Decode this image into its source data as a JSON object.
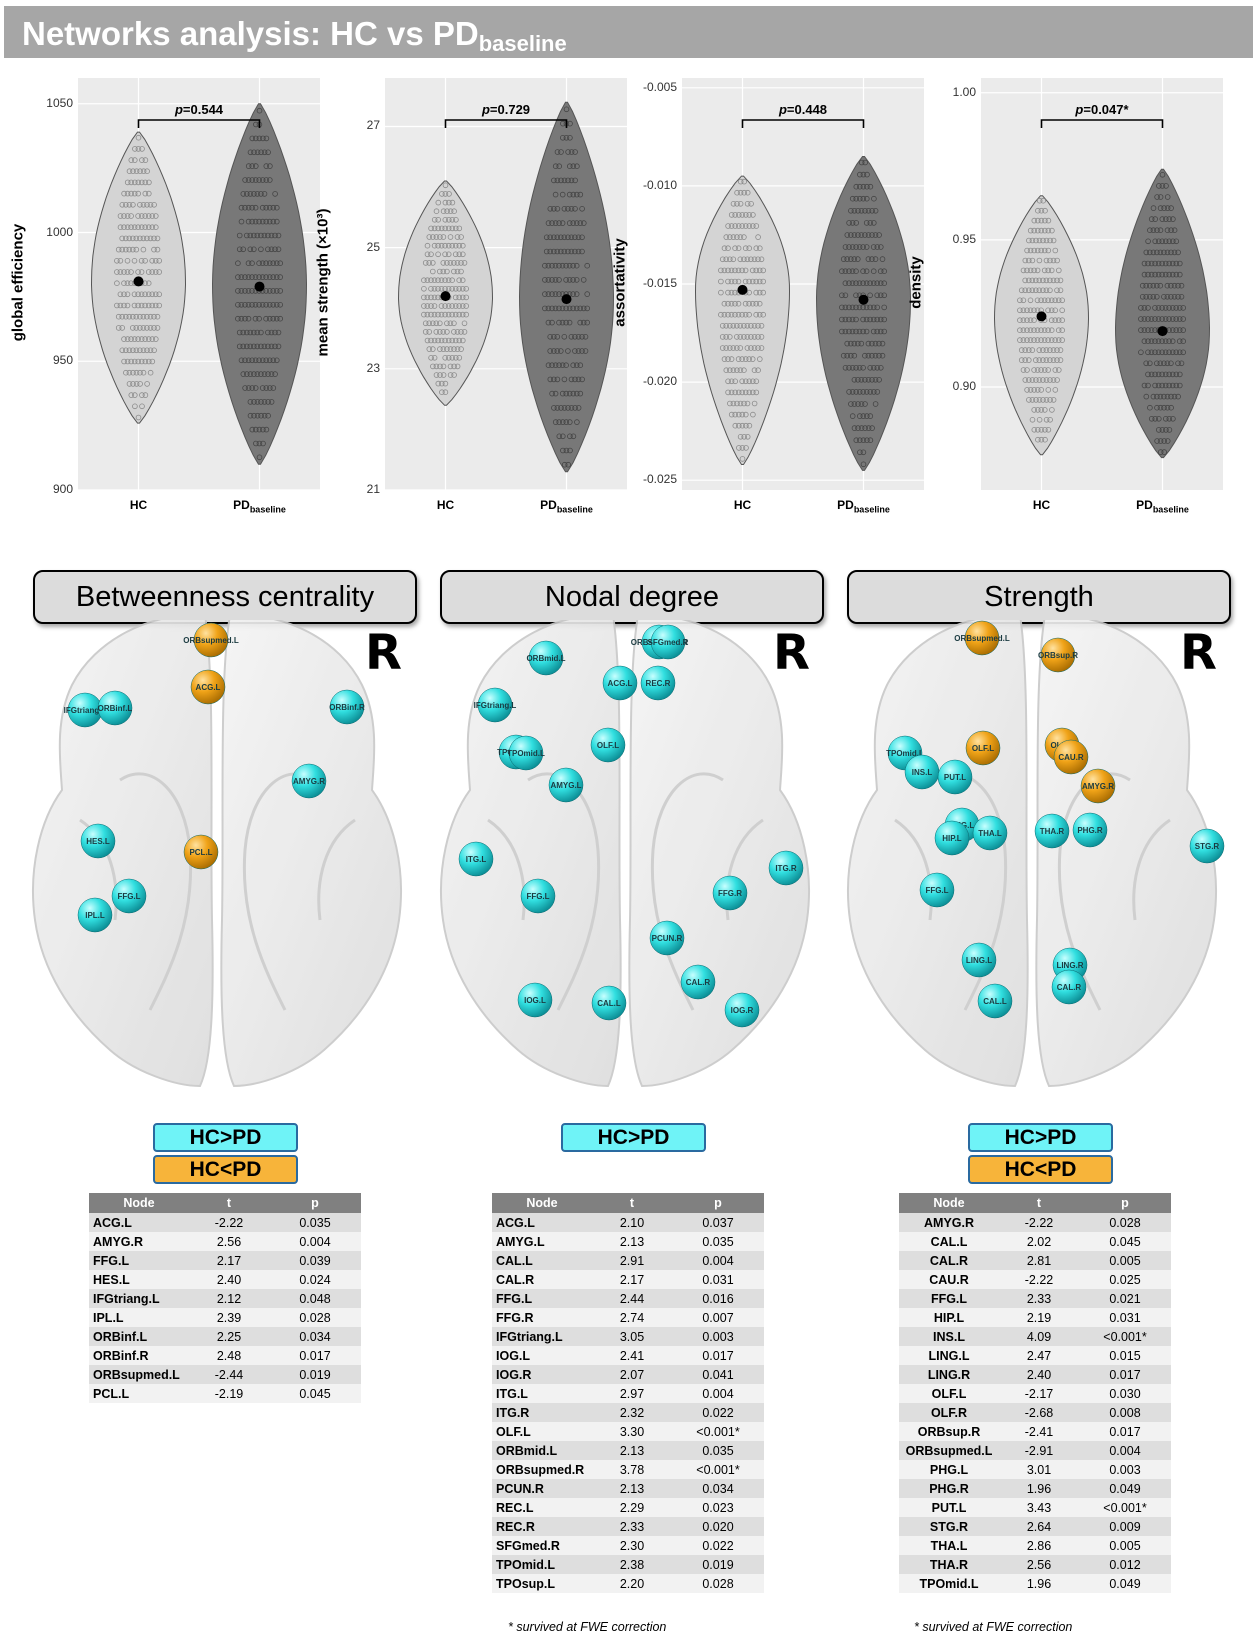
{
  "title": {
    "main": "Networks analysis: HC vs PD",
    "sub": "baseline"
  },
  "x_categories": [
    {
      "main": "HC",
      "sub": ""
    },
    {
      "main": "PD",
      "sub": "baseline"
    }
  ],
  "chart_data": [
    {
      "type": "violin",
      "ylabel": "global efficiency",
      "ylim": [
        900,
        1060
      ],
      "yticks": [
        "900",
        "950",
        "1000",
        "1050"
      ],
      "pvalue": "p=0.544",
      "series": [
        {
          "name": "HC",
          "mean": 981,
          "min": 926,
          "max": 1039
        },
        {
          "name": "PD",
          "mean": 979,
          "min": 910,
          "max": 1050
        }
      ]
    },
    {
      "type": "violin",
      "ylabel": "mean strength (×10³)",
      "ylim": [
        21,
        27.8
      ],
      "yticks": [
        "21",
        "23",
        "25",
        "27"
      ],
      "pvalue": "p=0.729",
      "series": [
        {
          "name": "HC",
          "mean": 24.2,
          "min": 22.4,
          "max": 26.1
        },
        {
          "name": "PD",
          "mean": 24.15,
          "min": 21.3,
          "max": 27.4
        }
      ]
    },
    {
      "type": "violin",
      "ylabel": "assortativity",
      "ylim": [
        -0.0255,
        -0.0045
      ],
      "yticks": [
        "-0.025",
        "-0.020",
        "-0.015",
        "-0.010",
        "-0.005"
      ],
      "pvalue": "p=0.448",
      "series": [
        {
          "name": "HC",
          "mean": -0.0153,
          "min": -0.0242,
          "max": -0.0095
        },
        {
          "name": "PD",
          "mean": -0.0158,
          "min": -0.0245,
          "max": -0.0085
        }
      ]
    },
    {
      "type": "violin",
      "ylabel": "density",
      "ylim": [
        0.865,
        1.005
      ],
      "yticks": [
        "0.90",
        "0.95",
        "1.00"
      ],
      "pvalue": "p=0.047*",
      "series": [
        {
          "name": "HC",
          "mean": 0.924,
          "min": 0.877,
          "max": 0.965
        },
        {
          "name": "PD",
          "mean": 0.919,
          "min": 0.876,
          "max": 0.974
        }
      ]
    }
  ],
  "sections": [
    "Betweenness centrality",
    "Nodal degree",
    "Strength"
  ],
  "r_label": "R",
  "legend": {
    "hc_gt_pd": "HC>PD",
    "hc_lt_pd": "HC<PD"
  },
  "colors": {
    "hc_gt_pd": "#31dfe0",
    "hc_lt_pd": "#f0a318",
    "banner": "#a6a6a6",
    "violin_hc": "#d4d4d4",
    "violin_pd": "#787878"
  },
  "brain_nodes": [
    [
      {
        "label": "ORBsupmed.L",
        "color": "orange"
      },
      {
        "label": "ACG.L",
        "color": "orange"
      },
      {
        "label": "IFGtriang.L",
        "color": "cyan"
      },
      {
        "label": "ORBinf.L",
        "color": "cyan"
      },
      {
        "label": "ORBinf.R",
        "color": "cyan"
      },
      {
        "label": "AMYG.R",
        "color": "cyan"
      },
      {
        "label": "HES.L",
        "color": "cyan"
      },
      {
        "label": "PCL.L",
        "color": "orange"
      },
      {
        "label": "FFG.L",
        "color": "cyan"
      },
      {
        "label": "IPL.L",
        "color": "cyan"
      }
    ],
    [
      {
        "label": "ORBmid.L",
        "color": "cyan"
      },
      {
        "label": "ORBsupmed.R",
        "color": "cyan"
      },
      {
        "label": "SFGmed.R",
        "color": "cyan"
      },
      {
        "label": "ACG.L",
        "color": "cyan"
      },
      {
        "label": "REC.R",
        "color": "cyan"
      },
      {
        "label": "IFGtriang.L",
        "color": "cyan"
      },
      {
        "label": "TPOsup.L",
        "color": "cyan"
      },
      {
        "label": "TPOmid.L",
        "color": "cyan"
      },
      {
        "label": "OLF.L",
        "color": "cyan"
      },
      {
        "label": "AMYG.L",
        "color": "cyan"
      },
      {
        "label": "ITG.L",
        "color": "cyan"
      },
      {
        "label": "FFG.L",
        "color": "cyan"
      },
      {
        "label": "FFG.R",
        "color": "cyan"
      },
      {
        "label": "ITG.R",
        "color": "cyan"
      },
      {
        "label": "PCUN.R",
        "color": "cyan"
      },
      {
        "label": "CAL.R",
        "color": "cyan"
      },
      {
        "label": "IOG.L",
        "color": "cyan"
      },
      {
        "label": "CAL.L",
        "color": "cyan"
      },
      {
        "label": "IOG.R",
        "color": "cyan"
      }
    ],
    [
      {
        "label": "ORBsupmed.L",
        "color": "orange"
      },
      {
        "label": "ORBsup.R",
        "color": "orange"
      },
      {
        "label": "TPOmid.L",
        "color": "cyan"
      },
      {
        "label": "INS.L",
        "color": "cyan"
      },
      {
        "label": "PUT.L",
        "color": "cyan"
      },
      {
        "label": "OLF.L",
        "color": "orange"
      },
      {
        "label": "OLF.R",
        "color": "orange"
      },
      {
        "label": "CAU.R",
        "color": "orange"
      },
      {
        "label": "AMYG.R",
        "color": "orange"
      },
      {
        "label": "PHG.L",
        "color": "cyan"
      },
      {
        "label": "HIP.L",
        "color": "cyan"
      },
      {
        "label": "THA.L",
        "color": "cyan"
      },
      {
        "label": "THA.R",
        "color": "cyan"
      },
      {
        "label": "PHG.R",
        "color": "cyan"
      },
      {
        "label": "STG.R",
        "color": "cyan"
      },
      {
        "label": "FFG.L",
        "color": "cyan"
      },
      {
        "label": "LING.L",
        "color": "cyan"
      },
      {
        "label": "LING.R",
        "color": "cyan"
      },
      {
        "label": "CAL.R",
        "color": "cyan"
      },
      {
        "label": "CAL.L",
        "color": "cyan"
      }
    ]
  ],
  "table_headers": {
    "node": "Node",
    "t": "t",
    "p": "p"
  },
  "tables": [
    [
      [
        "ACG.L",
        "-2.22",
        "0.035"
      ],
      [
        "AMYG.R",
        "2.56",
        "0.004"
      ],
      [
        "FFG.L",
        "2.17",
        "0.039"
      ],
      [
        "HES.L",
        "2.40",
        "0.024"
      ],
      [
        "IFGtriang.L",
        "2.12",
        "0.048"
      ],
      [
        "IPL.L",
        "2.39",
        "0.028"
      ],
      [
        "ORBinf.L",
        "2.25",
        "0.034"
      ],
      [
        "ORBinf.R",
        "2.48",
        "0.017"
      ],
      [
        "ORBsupmed.L",
        "-2.44",
        "0.019"
      ],
      [
        "PCL.L",
        "-2.19",
        "0.045"
      ]
    ],
    [
      [
        "ACG.L",
        "2.10",
        "0.037"
      ],
      [
        "AMYG.L",
        "2.13",
        "0.035"
      ],
      [
        "CAL.L",
        "2.91",
        "0.004"
      ],
      [
        "CAL.R",
        "2.17",
        "0.031"
      ],
      [
        "FFG.L",
        "2.44",
        "0.016"
      ],
      [
        "FFG.R",
        "2.74",
        "0.007"
      ],
      [
        "IFGtriang.L",
        "3.05",
        "0.003"
      ],
      [
        "IOG.L",
        "2.41",
        "0.017"
      ],
      [
        "IOG.R",
        "2.07",
        "0.041"
      ],
      [
        "ITG.L",
        "2.97",
        "0.004"
      ],
      [
        "ITG.R",
        "2.32",
        "0.022"
      ],
      [
        "OLF.L",
        "3.30",
        "<0.001*"
      ],
      [
        "ORBmid.L",
        "2.13",
        "0.035"
      ],
      [
        "ORBsupmed.R",
        "3.78",
        "<0.001*"
      ],
      [
        "PCUN.R",
        "2.13",
        "0.034"
      ],
      [
        "REC.L",
        "2.29",
        "0.023"
      ],
      [
        "REC.R",
        "2.33",
        "0.020"
      ],
      [
        "SFGmed.R",
        "2.30",
        "0.022"
      ],
      [
        "TPOmid.L",
        "2.38",
        "0.019"
      ],
      [
        "TPOsup.L",
        "2.20",
        "0.028"
      ]
    ],
    [
      [
        "AMYG.R",
        "-2.22",
        "0.028"
      ],
      [
        "CAL.L",
        "2.02",
        "0.045"
      ],
      [
        "CAL.R",
        "2.81",
        "0.005"
      ],
      [
        "CAU.R",
        "-2.22",
        "0.025"
      ],
      [
        "FFG.L",
        "2.33",
        "0.021"
      ],
      [
        "HIP.L",
        "2.19",
        "0.031"
      ],
      [
        "INS.L",
        "4.09",
        "<0.001*"
      ],
      [
        "LING.L",
        "2.47",
        "0.015"
      ],
      [
        "LING.R",
        "2.40",
        "0.017"
      ],
      [
        "OLF.L",
        "-2.17",
        "0.030"
      ],
      [
        "OLF.R",
        "-2.68",
        "0.008"
      ],
      [
        "ORBsup.R",
        "-2.41",
        "0.017"
      ],
      [
        "ORBsupmed.L",
        "-2.91",
        "0.004"
      ],
      [
        "PHG.L",
        "3.01",
        "0.003"
      ],
      [
        "PHG.R",
        "1.96",
        "0.049"
      ],
      [
        "PUT.L",
        "3.43",
        "<0.001*"
      ],
      [
        "STG.R",
        "2.64",
        "0.009"
      ],
      [
        "THA.L",
        "2.86",
        "0.005"
      ],
      [
        "THA.R",
        "2.56",
        "0.012"
      ],
      [
        "TPOmid.L",
        "1.96",
        "0.049"
      ]
    ]
  ],
  "footnote": "* survived at FWE correction"
}
